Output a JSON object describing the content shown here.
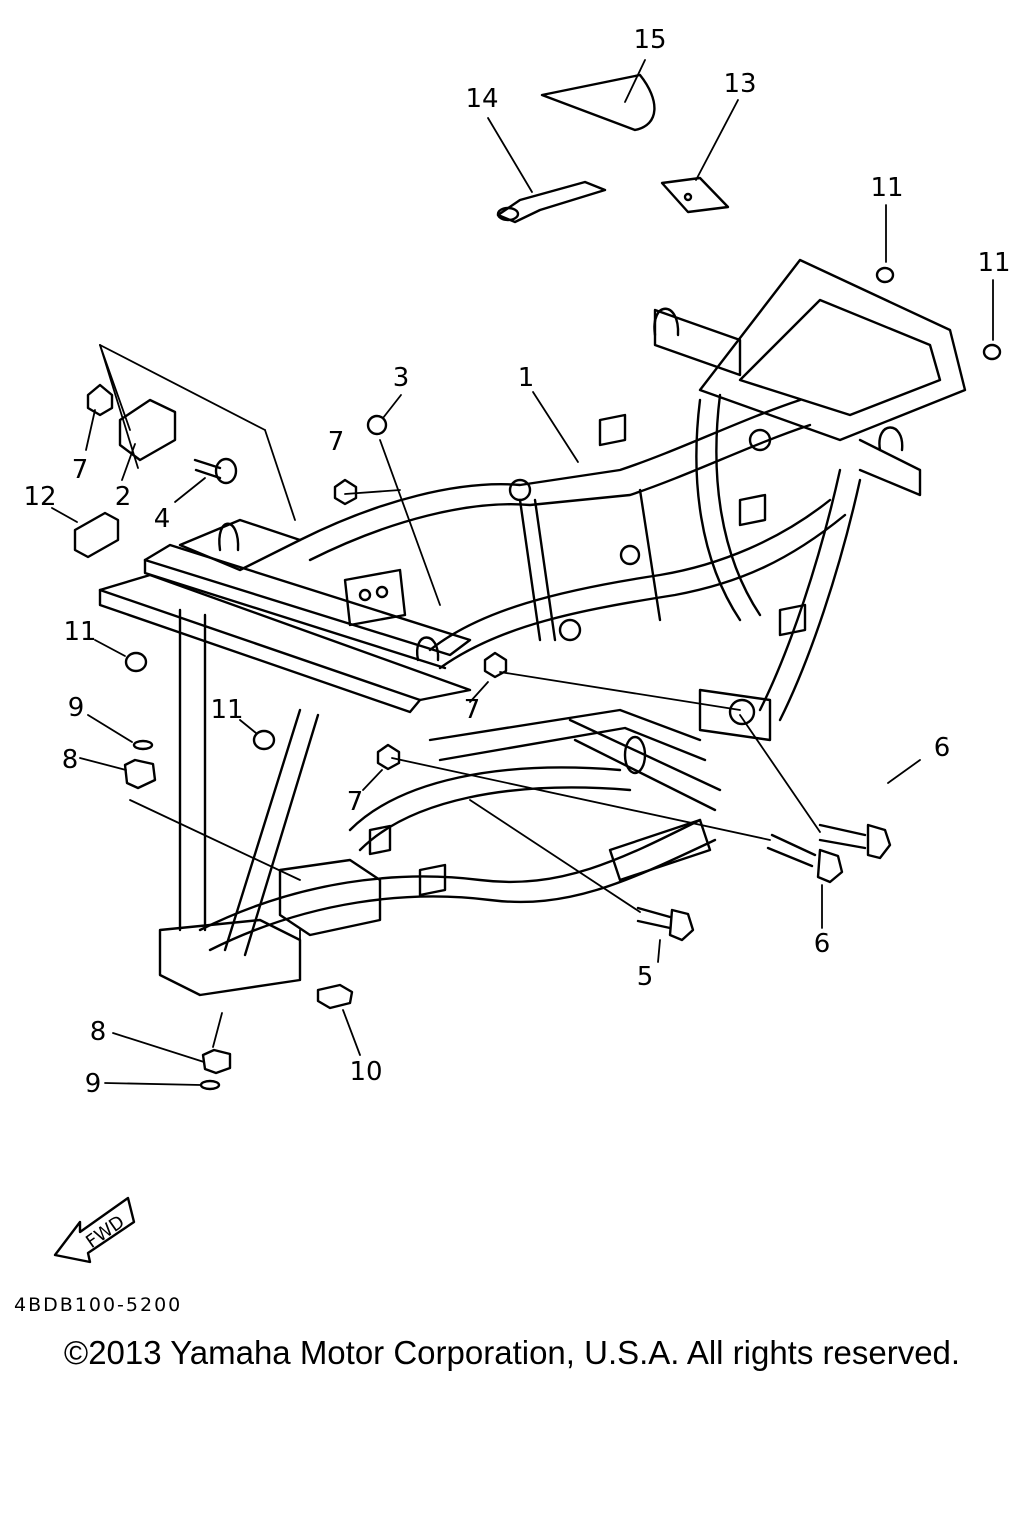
{
  "diagram": {
    "callouts": [
      "1",
      "2",
      "3",
      "4",
      "5",
      "6",
      "7",
      "8",
      "9",
      "10",
      "11",
      "12",
      "13",
      "14",
      "15"
    ],
    "fwd_label": "FWD",
    "icons": [
      "fwd-arrow-icon"
    ]
  },
  "footer": {
    "part_code": "4BDB100-5200",
    "copyright": "©2013 Yamaha Motor Corporation, U.S.A. All rights reserved."
  }
}
